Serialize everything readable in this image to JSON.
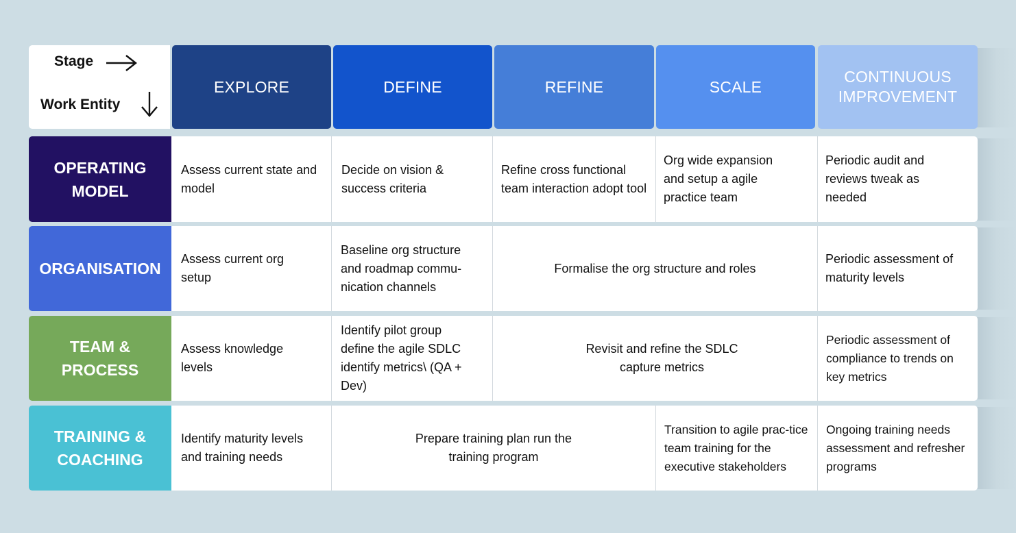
{
  "corner": {
    "stage_label": "Stage",
    "entity_label": "Work Entity"
  },
  "stages": [
    {
      "label": "EXPLORE",
      "color": "#1e4286"
    },
    {
      "label": "DEFINE",
      "color": "#1254cc"
    },
    {
      "label": "REFINE",
      "color": "#457ed8"
    },
    {
      "label": "SCALE",
      "color": "#5590ef"
    },
    {
      "label": "CONTINUOUS IMPROVEMENT",
      "color": "#a2c2f2"
    }
  ],
  "rows": [
    {
      "label": "OPERATING MODEL",
      "color": "#221162",
      "cells": [
        "Assess current state and model",
        "Decide on vision & success criteria",
        "Refine cross functional team interaction adopt tool",
        "Org wide expansion and setup a agile practice team",
        "Periodic audit and reviews tweak as needed"
      ]
    },
    {
      "label": "ORGANISATION",
      "color": "#4168d9",
      "cells": [
        "Assess current org setup",
        "Baseline org structure and roadmap commu-nication channels",
        "Formalise the org structure and roles",
        "Periodic assessment of maturity levels"
      ]
    },
    {
      "label": "TEAM & PROCESS",
      "color": "#76a95a",
      "cells": [
        "Assess knowledge levels",
        "Identify pilot group define the agile SDLC identify metrics\\ (QA + Dev)",
        "Revisit and refine the SDLC capture metrics",
        "Periodic assessment of compliance to trends on key metrics"
      ]
    },
    {
      "label": "TRAINING & COACHING",
      "color": "#4ac1d4",
      "cells": [
        "Identify maturity levels and training needs",
        "Prepare training plan run the training program",
        "Transition to agile prac-tice team training for the executive stakeholders",
        "Ongoing training needs assessment and refresher programs"
      ]
    }
  ]
}
